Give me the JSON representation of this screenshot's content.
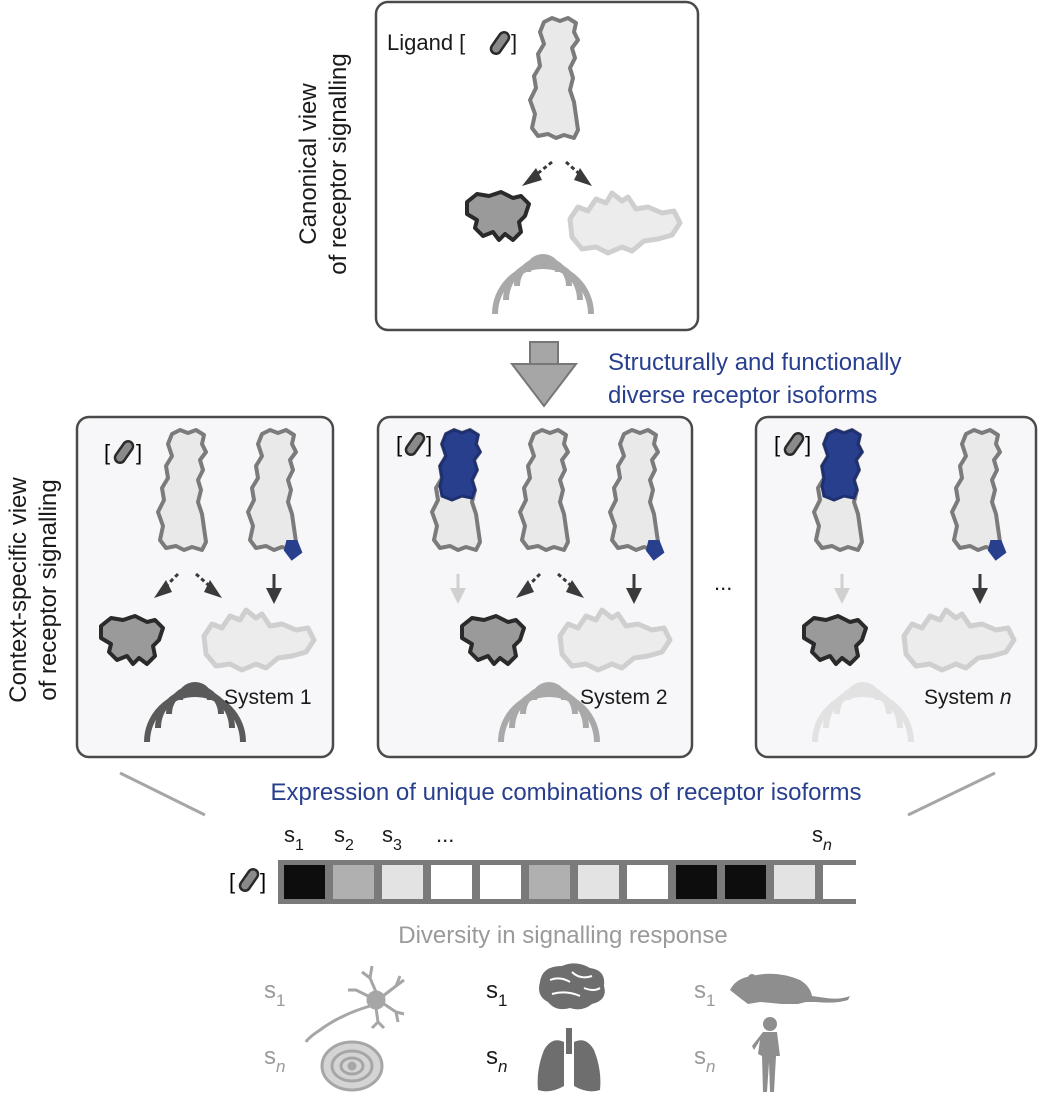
{
  "canonical": {
    "side_label_line1": "Canonical view",
    "side_label_line2": "of receptor signalling",
    "ligand_text": "Ligand [",
    "ligand_close": "]"
  },
  "transition_label_line1": "Structurally and functionally",
  "transition_label_line2": "diverse receptor isoforms",
  "context": {
    "side_label_line1": "Context-specific view",
    "side_label_line2": "of receptor signalling",
    "ellipsis": "...",
    "systems": [
      {
        "label": "System 1"
      },
      {
        "label": "System 2"
      },
      {
        "label_prefix": "System ",
        "label_italic": "n"
      }
    ]
  },
  "expression_label": "Expression of unique combinations of receptor isoforms",
  "strip": {
    "headers": [
      {
        "base": "s",
        "sub": "1"
      },
      {
        "base": "s",
        "sub": "2"
      },
      {
        "base": "s",
        "sub": "3"
      },
      {
        "base": "...",
        "sub": ""
      },
      {
        "base": "s",
        "sub": "n"
      }
    ],
    "cell_shades": [
      "#0d0d0d",
      "#b0b0b0",
      "#e3e3e3",
      "#ffffff",
      "#ffffff",
      "#b0b0b0",
      "#e3e3e3",
      "#ffffff",
      "#0d0d0d",
      "#0d0d0d",
      "#e3e3e3",
      "#ffffff"
    ]
  },
  "diversity_label": "Diversity in signalling response",
  "examples": [
    {
      "top": {
        "base": "s",
        "sub": "1"
      },
      "bottom": {
        "base": "s",
        "sub": "n"
      },
      "top_icon": "neuron-icon",
      "bottom_icon": "cell-icon"
    },
    {
      "top": {
        "base": "s",
        "sub": "1"
      },
      "bottom": {
        "base": "s",
        "sub": "n"
      },
      "top_icon": "brain-icon",
      "bottom_icon": "lungs-icon"
    },
    {
      "top": {
        "base": "s",
        "sub": "1"
      },
      "bottom": {
        "base": "s",
        "sub": "n"
      },
      "top_icon": "rodent-icon",
      "bottom_icon": "human-icon"
    }
  ],
  "colors": {
    "accent_blue": "#283f8e",
    "dark_gray": "#3a3a3a",
    "label_gray": "#9a9a9a",
    "receptor_fill": "#e9e9e9",
    "receptor_outline": "#7b7b7b"
  }
}
